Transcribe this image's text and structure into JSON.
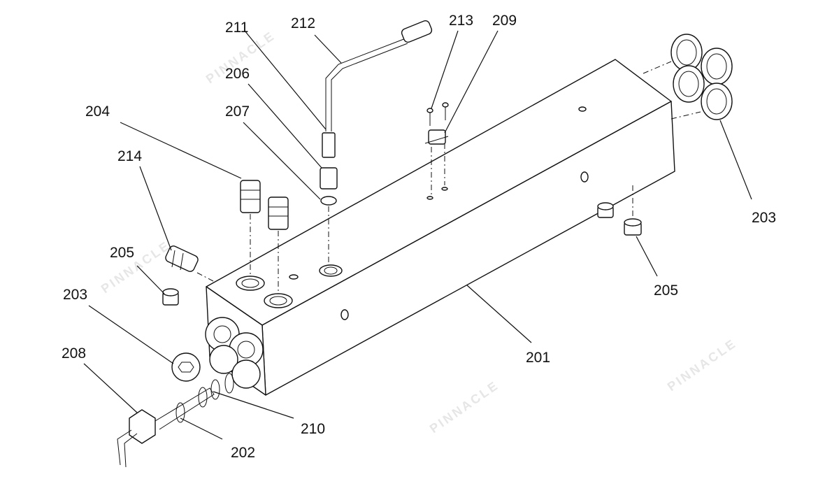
{
  "diagram": {
    "watermark": "PINNACLE",
    "callouts": [
      {
        "id": "c201",
        "label": "201"
      },
      {
        "id": "c202",
        "label": "202"
      },
      {
        "id": "c203a",
        "label": "203"
      },
      {
        "id": "c203b",
        "label": "203"
      },
      {
        "id": "c204",
        "label": "204"
      },
      {
        "id": "c205a",
        "label": "205"
      },
      {
        "id": "c205b",
        "label": "205"
      },
      {
        "id": "c206",
        "label": "206"
      },
      {
        "id": "c207",
        "label": "207"
      },
      {
        "id": "c208",
        "label": "208"
      },
      {
        "id": "c209",
        "label": "209"
      },
      {
        "id": "c210",
        "label": "210"
      },
      {
        "id": "c211",
        "label": "211"
      },
      {
        "id": "c212",
        "label": "212"
      },
      {
        "id": "c213",
        "label": "213"
      },
      {
        "id": "c214",
        "label": "214"
      }
    ]
  }
}
